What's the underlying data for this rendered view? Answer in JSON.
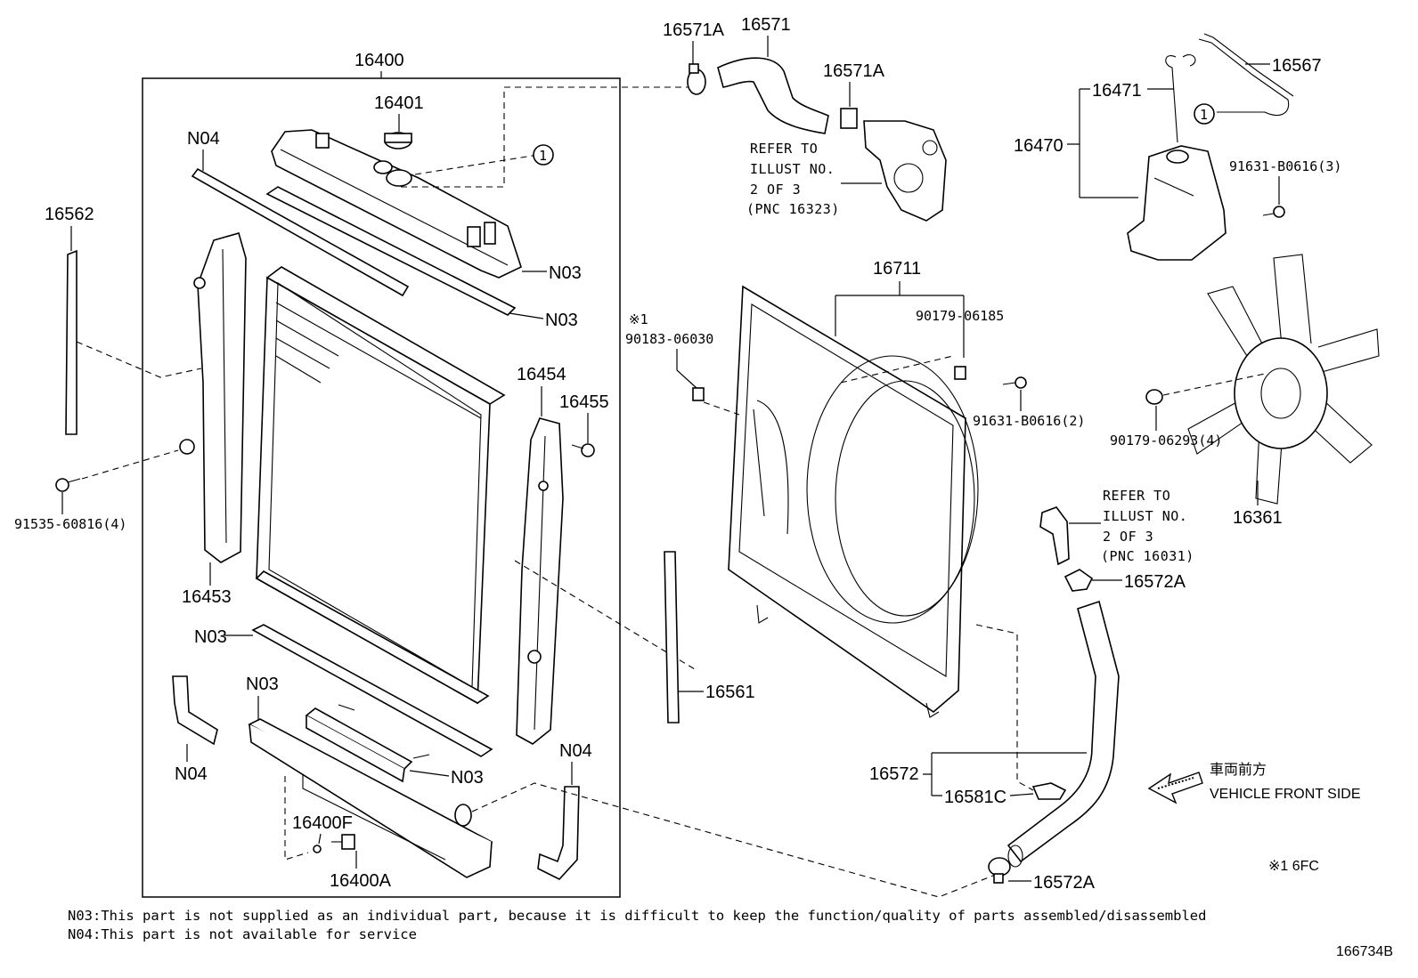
{
  "parts": {
    "p16400": "16400",
    "p16401": "16401",
    "p16562": "16562",
    "p16453": "16453",
    "p16454": "16454",
    "p16455": "16455",
    "p16400F": "16400F",
    "p16400A": "16400A",
    "p16561": "16561",
    "p16571": "16571",
    "p16571A_top": "16571A",
    "p16571A_mid": "16571A",
    "p16711": "16711",
    "p16567": "16567",
    "p16471": "16471",
    "p16470": "16470",
    "p16361": "16361",
    "p16572A_top": "16572A",
    "p16572A_bot": "16572A",
    "p16572": "16572",
    "p16581C": "16581C",
    "b91535": "91535-60816(4)",
    "b90183": "90183-06030",
    "b90179_06185": "90179-06185",
    "b91631_2": "91631-B0616(2)",
    "b91631_3": "91631-B0616(3)",
    "b90179_06293": "90179-06293(4)",
    "n03_a": "N03",
    "n03_b": "N03",
    "n03_c": "N03",
    "n03_d": "N03",
    "n03_e": "N03",
    "n04_a": "N04",
    "n04_b": "N04",
    "n04_c": "N04"
  },
  "callouts": {
    "circle_1_a": "1",
    "circle_1_b": "1",
    "footnote_mark": "※1",
    "footnote_6fc": "※1 6FC"
  },
  "refer_a": {
    "line1": "REFER TO",
    "line2": "ILLUST NO.",
    "line3": "2 OF 3",
    "line4": "(PNC 16323)"
  },
  "refer_b": {
    "line1": "REFER TO",
    "line2": "ILLUST NO.",
    "line3": "2 OF 3",
    "line4": "(PNC 16031)"
  },
  "direction": {
    "japanese": "車両前方",
    "english": "VEHICLE FRONT SIDE"
  },
  "notes": {
    "n03": "N03:This part is not supplied as an individual part, because it is difficult to keep the function/quality of parts assembled/disassembled",
    "n04": "N04:This part is not available for service"
  },
  "figure_id": "166734B"
}
